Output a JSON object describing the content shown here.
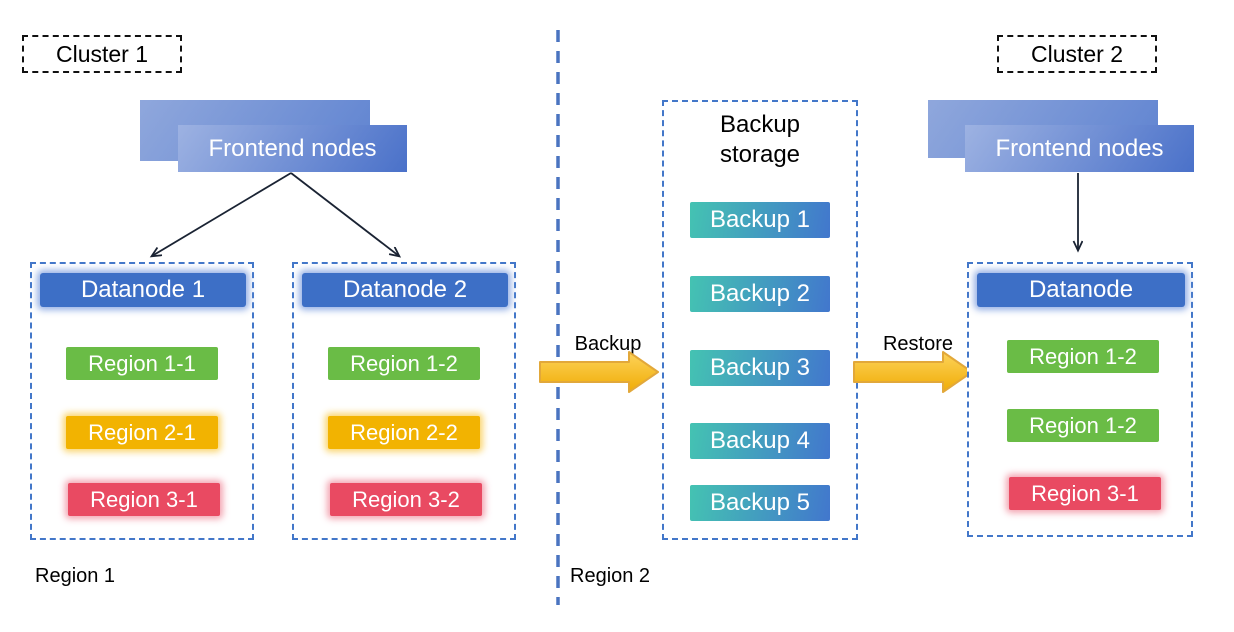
{
  "cluster1": {
    "label": "Cluster 1",
    "frontend_label": "Frontend nodes",
    "datanodes": [
      {
        "title": "Datanode 1",
        "regions": [
          {
            "label": "Region 1-1",
            "color": "green"
          },
          {
            "label": "Region 2-1",
            "color": "yellow"
          },
          {
            "label": "Region 3-1",
            "color": "red"
          }
        ]
      },
      {
        "title": "Datanode 2",
        "regions": [
          {
            "label": "Region 1-2",
            "color": "green"
          },
          {
            "label": "Region 2-2",
            "color": "yellow"
          },
          {
            "label": "Region 3-2",
            "color": "red"
          }
        ]
      }
    ],
    "region_footnote": "Region 1"
  },
  "middle": {
    "backup_arrow_label": "Backup",
    "restore_arrow_label": "Restore",
    "region_footnote": "Region 2"
  },
  "backup_storage": {
    "title": "Backup storage",
    "items": [
      "Backup 1",
      "Backup 2",
      "Backup 3",
      "Backup 4",
      "Backup 5"
    ]
  },
  "cluster2": {
    "label": "Cluster 2",
    "frontend_label": "Frontend nodes",
    "datanode": {
      "title": "Datanode",
      "regions": [
        {
          "label": "Region 1-2",
          "color": "green"
        },
        {
          "label": "Region 1-2",
          "color": "green"
        },
        {
          "label": "Region 3-1",
          "color": "red"
        }
      ]
    }
  },
  "palette": {
    "node_blue": "#3d6fc6",
    "dashed_border_blue": "#4377c9",
    "region_green": "#6abc46",
    "region_yellow": "#f2b301",
    "region_red": "#e94a62",
    "backup_gradient_start": "#44c3b2",
    "backup_gradient_end": "#4277cd",
    "arrow_gold_light": "#fdd35b",
    "arrow_gold_dark": "#f0ac05",
    "frontend_gradient_light": "#9db2e2",
    "frontend_gradient_dark": "#4a71c9"
  }
}
